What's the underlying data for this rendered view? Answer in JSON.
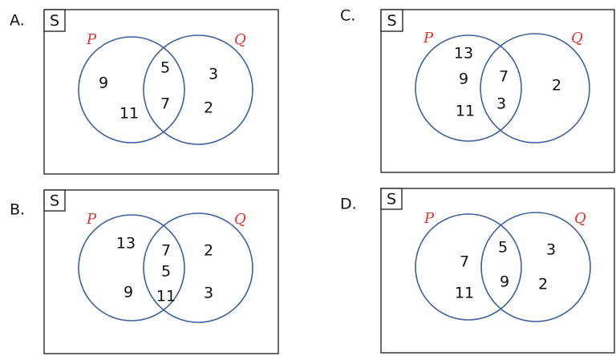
{
  "colors": {
    "circle": "#3f5fa0",
    "set_label": "#e0342b",
    "border": "#1a1a1a",
    "text": "#111111"
  },
  "options": [
    {
      "label": "A.",
      "universal": "S",
      "set1": "P",
      "set2": "Q",
      "p_only": [
        "9",
        "11"
      ],
      "both": [
        "5",
        "7"
      ],
      "q_only": [
        "3",
        "2"
      ]
    },
    {
      "label": "B.",
      "universal": "S",
      "set1": "P",
      "set2": "Q",
      "p_only": [
        "13",
        "9"
      ],
      "both": [
        "7",
        "5",
        "11"
      ],
      "q_only": [
        "2",
        "3"
      ]
    },
    {
      "label": "C.",
      "universal": "S",
      "set1": "P",
      "set2": "Q",
      "p_only": [
        "13",
        "9",
        "11"
      ],
      "both": [
        "7",
        "3"
      ],
      "q_only": [
        "2"
      ]
    },
    {
      "label": "D.",
      "universal": "S",
      "set1": "P",
      "set2": "Q",
      "p_only": [
        "7",
        "11"
      ],
      "both": [
        "5",
        "9"
      ],
      "q_only": [
        "3",
        "2"
      ]
    }
  ]
}
